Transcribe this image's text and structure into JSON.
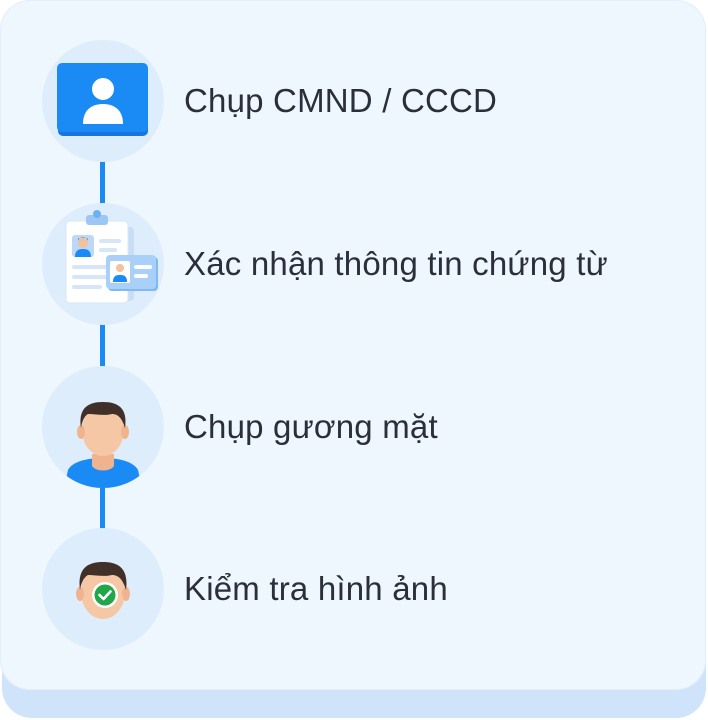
{
  "steps": [
    {
      "label": "Chụp CMND / CCCD",
      "icon": "id-card-icon"
    },
    {
      "label": "Xác nhận thông tin chứng từ",
      "icon": "document-profile-icon"
    },
    {
      "label": "Chụp gương mặt",
      "icon": "face-portrait-icon"
    },
    {
      "label": "Kiểm tra hình ảnh",
      "icon": "face-verified-icon"
    }
  ],
  "colors": {
    "accent": "#1a8bf5",
    "card_background": "#eef6fe",
    "icon_circle": "#deedfc",
    "text": "#2a2f3b",
    "check": "#21a74a"
  }
}
